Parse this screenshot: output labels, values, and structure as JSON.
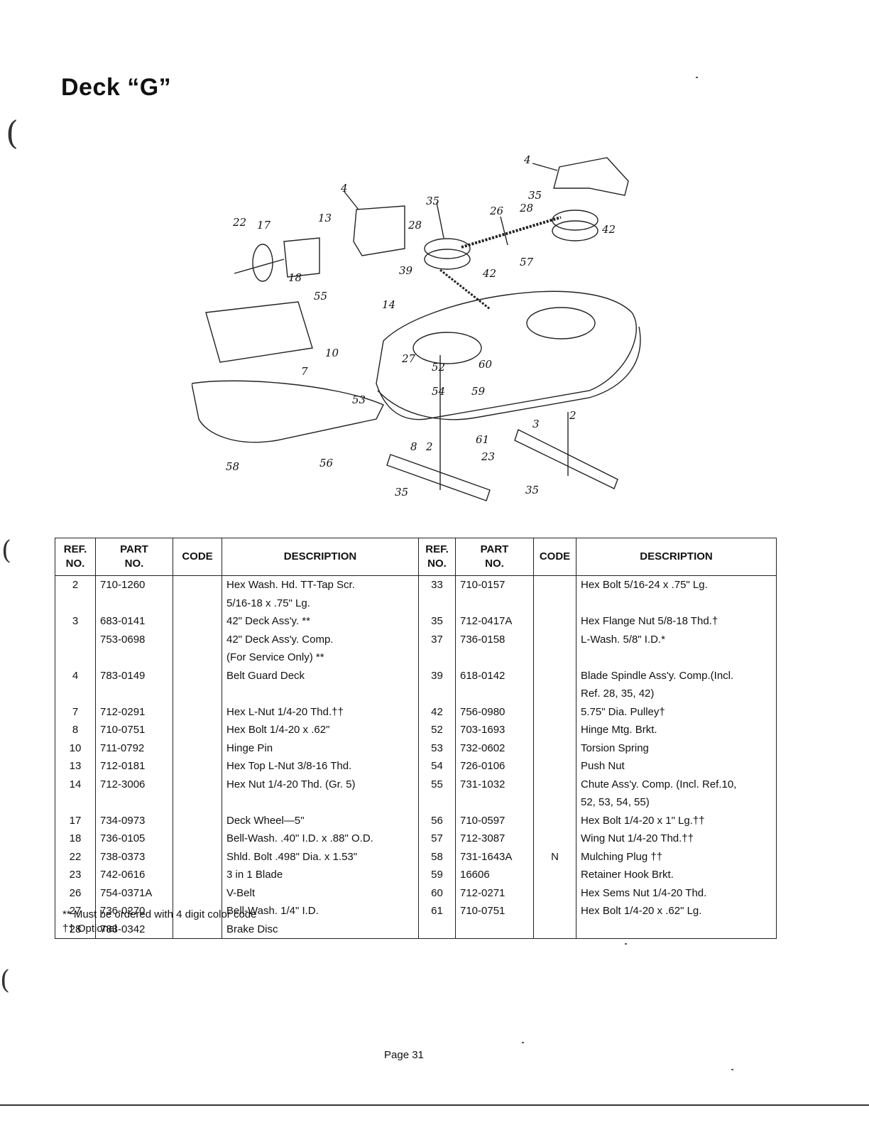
{
  "title": "Deck “G”",
  "diagram": {
    "callouts": [
      "4",
      "35",
      "26",
      "28",
      "42",
      "22",
      "17",
      "13",
      "18",
      "28",
      "39",
      "42",
      "57",
      "55",
      "14",
      "10",
      "27",
      "52",
      "60",
      "7",
      "53",
      "54",
      "59",
      "3",
      "2",
      "8",
      "2",
      "61",
      "23",
      "58",
      "56",
      "35",
      "35"
    ]
  },
  "table": {
    "headers": [
      "REF.\nNO.",
      "PART\nNO.",
      "CODE",
      "DESCRIPTION",
      "REF.\nNO.",
      "PART\nNO.",
      "CODE",
      "DESCRIPTION"
    ],
    "left": [
      {
        "ref": "2",
        "part": "710-1260",
        "code": "",
        "desc": "Hex Wash. Hd. TT-Tap Scr.\n5/16-18 x .75\" Lg."
      },
      {
        "ref": "3",
        "part": "683-0141",
        "code": "",
        "desc": "42\" Deck Ass'y. **"
      },
      {
        "ref": "",
        "part": "753-0698",
        "code": "",
        "desc": "42\" Deck Ass'y. Comp.\n(For Service Only) **"
      },
      {
        "ref": "4",
        "part": "783-0149",
        "code": "",
        "desc": "Belt Guard Deck"
      },
      {
        "ref": "7",
        "part": "712-0291",
        "code": "",
        "desc": "Hex L-Nut 1/4-20 Thd.††"
      },
      {
        "ref": "8",
        "part": "710-0751",
        "code": "",
        "desc": "Hex Bolt 1/4-20 x .62\""
      },
      {
        "ref": "10",
        "part": "711-0792",
        "code": "",
        "desc": "Hinge Pin"
      },
      {
        "ref": "13",
        "part": "712-0181",
        "code": "",
        "desc": "Hex Top L-Nut 3/8-16 Thd."
      },
      {
        "ref": "14",
        "part": "712-3006",
        "code": "",
        "desc": "Hex Nut 1/4-20 Thd. (Gr. 5)"
      },
      {
        "ref": "17",
        "part": "734-0973",
        "code": "",
        "desc": "Deck Wheel—5\""
      },
      {
        "ref": "18",
        "part": "736-0105",
        "code": "",
        "desc": "Bell-Wash. .40\" I.D. x .88\" O.D."
      },
      {
        "ref": "22",
        "part": "738-0373",
        "code": "",
        "desc": "Shld. Bolt .498\" Dia. x 1.53\""
      },
      {
        "ref": "23",
        "part": "742-0616",
        "code": "",
        "desc": "3 in 1 Blade"
      },
      {
        "ref": "26",
        "part": "754-0371A",
        "code": "",
        "desc": "V-Belt"
      },
      {
        "ref": "27",
        "part": "736-0270",
        "code": "",
        "desc": "Bell-Wash. 1/4\" I.D."
      },
      {
        "ref": "28",
        "part": "783-0342",
        "code": "",
        "desc": "Brake Disc"
      }
    ],
    "right": [
      {
        "ref": "33",
        "part": "710-0157",
        "code": "",
        "desc": "Hex Bolt 5/16-24 x .75\" Lg."
      },
      {
        "ref": "35",
        "part": "712-0417A",
        "code": "",
        "desc": "Hex Flange Nut 5/8-18 Thd.†"
      },
      {
        "ref": "37",
        "part": "736-0158",
        "code": "",
        "desc": "L-Wash. 5/8\" I.D.*"
      },
      {
        "ref": "39",
        "part": "618-0142",
        "code": "",
        "desc": "Blade Spindle Ass'y. Comp.(Incl.\nRef. 28, 35, 42)"
      },
      {
        "ref": "42",
        "part": "756-0980",
        "code": "",
        "desc": "5.75\" Dia. Pulley†"
      },
      {
        "ref": "52",
        "part": "703-1693",
        "code": "",
        "desc": "Hinge Mtg. Brkt."
      },
      {
        "ref": "53",
        "part": "732-0602",
        "code": "",
        "desc": "Torsion Spring"
      },
      {
        "ref": "54",
        "part": "726-0106",
        "code": "",
        "desc": "Push Nut"
      },
      {
        "ref": "55",
        "part": "731-1032",
        "code": "",
        "desc": "Chute Ass'y. Comp. (Incl. Ref.10,\n52, 53, 54, 55)"
      },
      {
        "ref": "56",
        "part": "710-0597",
        "code": "",
        "desc": "Hex Bolt 1/4-20 x 1\" Lg.††"
      },
      {
        "ref": "57",
        "part": "712-3087",
        "code": "",
        "desc": "Wing Nut 1/4-20 Thd.††"
      },
      {
        "ref": "58",
        "part": "731-1643A",
        "code": "N",
        "desc": "Mulching Plug ††"
      },
      {
        "ref": "59",
        "part": "16606",
        "code": "",
        "desc": "Retainer Hook Brkt."
      },
      {
        "ref": "60",
        "part": "712-0271",
        "code": "",
        "desc": "Hex Sems Nut 1/4-20 Thd."
      },
      {
        "ref": "61",
        "part": "710-0751",
        "code": "",
        "desc": "Hex Bolt 1/4-20 x .62\" Lg."
      }
    ]
  },
  "notes": [
    "** Must be ordered with 4 digit color code",
    "†† Optional"
  ],
  "page_label": "Page 31"
}
